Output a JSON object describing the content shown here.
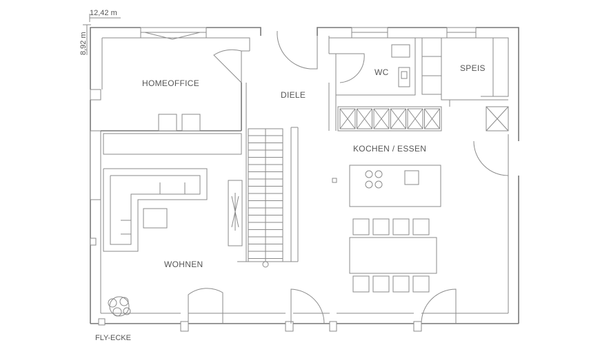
{
  "dimensions": {
    "width_label": "12,42 m",
    "height_label": "8,92 m"
  },
  "rooms": {
    "homeoffice": "HOMEOFFICE",
    "diele": "DIELE",
    "wc": "WC",
    "speis": "SPEIS",
    "kochen_essen": "KOCHEN / ESSEN",
    "wohnen": "WOHNEN",
    "fly_ecke": "FLY-ECKE"
  }
}
